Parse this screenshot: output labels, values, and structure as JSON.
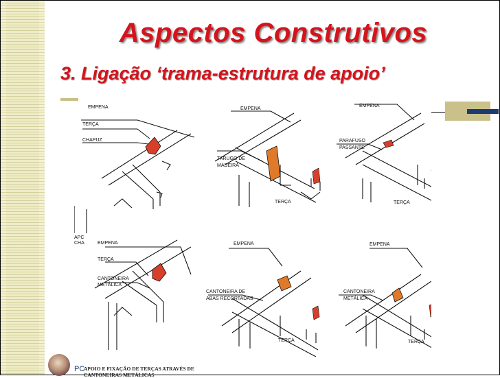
{
  "slide": {
    "title": "Aspectos Construtivos",
    "subtitle": "3. Ligação ‘trama-estrutura de apoio’"
  },
  "figure": {
    "top_row": [
      {
        "labels": [
          "EMPENA",
          "TERÇA",
          "CHAPUZ"
        ]
      },
      {
        "labels": [
          "EMPENA",
          "TARUGO DE",
          "MADEIRA",
          "TERÇA"
        ]
      },
      {
        "labels": [
          "EMPENA",
          "PARAFUSO",
          "PASSANTE",
          "TERÇA"
        ]
      }
    ],
    "bottom_row": [
      {
        "labels": [
          "APC",
          "CHA",
          "EMPENA",
          "TERÇA",
          "CANTONEIRA",
          "METÁLICA"
        ]
      },
      {
        "labels": [
          "EMPENA",
          "CANTONEIRA DE",
          "ABAS RECORTADAS",
          "TERÇA"
        ]
      },
      {
        "labels": [
          "EMPENA",
          "CANTONEIRA",
          "METÁLICA",
          "TERÇA"
        ]
      }
    ]
  },
  "footer": {
    "pc": "PC",
    "caption_line1": "APOIO E FIXAÇÃO DE TERÇAS ATRAVÉS DE",
    "caption_line2": "CANTONEIRAS METÁLICAS"
  },
  "colors": {
    "title": "#d4141c",
    "accent_gold": "#c9c08a",
    "accent_blue": "#1c3a73",
    "highlight_red": "#d6402a",
    "highlight_orange": "#e07a2a"
  }
}
